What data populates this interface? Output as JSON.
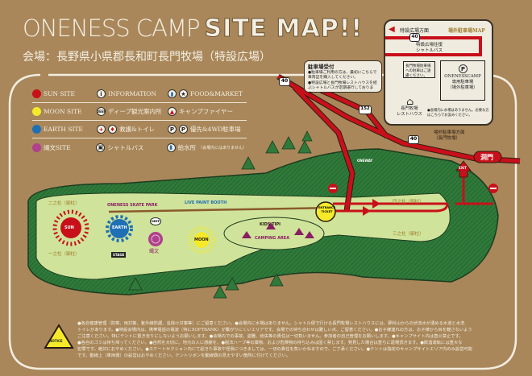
{
  "header": {
    "title_part1": "ONENESS CAMP",
    "title_part2": "SITE MAP!!",
    "venue": "会場：長野県小県郡長和町長門牧場（特設広場）"
  },
  "legend": {
    "rows": [
      {
        "site": "SUN SITE",
        "mid_icon": "info-icon",
        "mid": "INFORMATION",
        "right": "FOOD&MARKET"
      },
      {
        "site": "MOON SITE",
        "mid": "ディープ観光案内所",
        "right": "キャンプファイヤー"
      },
      {
        "site": "EARTH SITE",
        "mid": "救護&トイレ",
        "right": "優先&4WD駐車場"
      },
      {
        "site": "縄文SITE",
        "mid": "シャトルバス",
        "right": "給水所",
        "right_note": "（会場内にはありません）"
      }
    ]
  },
  "parking_box": {
    "direction": "特設広場方面",
    "title": "場外駐車場MAP",
    "route": "40",
    "shuttle": "特設広場往復\nシャトルバス",
    "notice_box": "長門牧場駐車場への駐車はご遠慮ください。",
    "lot_title": "ONENESSCAMP\n専用駐車場\n（場外駐車場）",
    "rest_house": "長門牧場\nレストハウス",
    "note": "●会場内に水場はありません。必要な方はこちらでお汲みください。"
  },
  "reception": {
    "title": "駐車場受付",
    "line1": "●駐車場ご利用の方は、最初にこちらで車両証を購入してください。",
    "line2": "●特設広場と長門牧場レストハウスを結ぶシャトルバスが定期運行しております。"
  },
  "map": {
    "route_40": "40",
    "route_152": "152",
    "offsite_parking": "場外駐車場方面\n（長門牧場）",
    "domon": "洞門",
    "exit": "EXIT",
    "oneway": "ONEWAY",
    "entrance": "ENTRANCE\nTICKET",
    "pillar_4": "四之柱（御柱）",
    "pillar_3": "三之柱（御柱）",
    "pillar_2": "二之柱（御柱）",
    "pillar_1": "一之柱（御柱）",
    "skate": "ONENESS SKATE PARK",
    "live_paint": "LIVE PAINT BOOTH",
    "kids_tipi": "KIDS TIPI",
    "camping": "CAMPING AREA",
    "sun": "SUN",
    "earth": "EARTH",
    "moon": "MOON",
    "jomon": "縄文",
    "deep": "DEEP",
    "stage": "STAGE",
    "colors": {
      "road": "#c8101a",
      "forest": "#2f7a3a",
      "field": "#cfe39a"
    }
  },
  "notice": {
    "label": "NOTICE",
    "lines": [
      "●各自健康管理（防寒、雨対策、紫外線防護、虫除け対策等）にご留意ください。●会場内に水場はありません。シャトル便で行ける長門牧場レストハウスには、蓼科山からの伏流水が湧める水道と水洗",
      "トイレがあります。●特設会場内は、携帯電話の電波（特にSOFTBANK）が繋がりにくいエリアです。会場での待ち合わせは難しい点、ご留意ください。●お子様連れの方は、お子様から目を離さないよう",
      "ご注意ください。特にテントに置き去りにしないようお願いします。●会場内での事故、盗難、紛失等の責任は一切負いません。参加者の自己管理をお願いします。●キャンプサイト内は直火禁止です。",
      "●各自のゴミは持ち帰ってください。●自然を大切に。地元の人に感謝を。●脱法ハーブ等の薬物、および危険物の持ち込みは固く禁じます。発見した場合は直ちに退場頂きます。●飲酒運転には重大な",
      "犯罪です。絶対におやめください。●スケートセクション内にて起きた事故や怪我につきましては、一切の責任を負いかねますので、ご了承ください。●テントは指定のキャンプサイトエリア内のみ設営可能",
      "です。動線上（車両側）の設営はおやめください。テントリボンを動線側の見えやすい箇所に付けてください。"
    ]
  }
}
